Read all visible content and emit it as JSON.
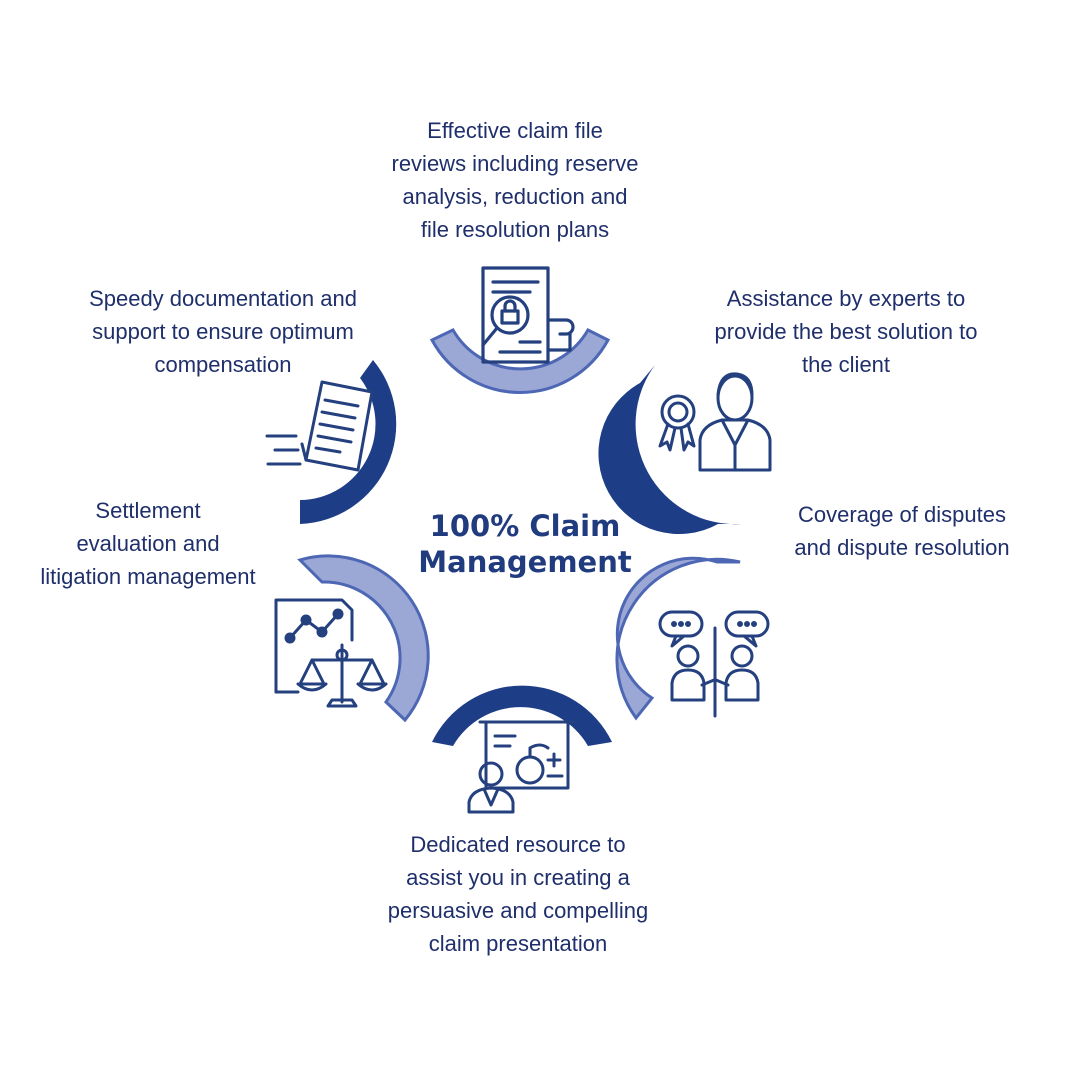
{
  "center": {
    "line1": "100% Claim",
    "line2": "Management"
  },
  "colors": {
    "dark_arc": "#1d3d87",
    "light_arc": "#9ba8d6",
    "light_arc_stroke": "#4d67b5",
    "icon": "#24407f",
    "text": "#1f2f6b"
  },
  "items": [
    {
      "lines": [
        "Effective claim file",
        "reviews including reserve",
        "analysis, reduction and",
        "file resolution plans"
      ],
      "icon": "document-lock-magnifier-icon",
      "arc": "light"
    },
    {
      "lines": [
        "Assistance by experts to",
        "provide the best solution to",
        "the client"
      ],
      "icon": "expert-award-icon",
      "arc": "dark"
    },
    {
      "lines": [
        "Coverage of disputes",
        "and dispute resolution"
      ],
      "icon": "dispute-people-icon",
      "arc": "light"
    },
    {
      "lines": [
        "Dedicated resource to",
        "assist you in creating a",
        "persuasive and compelling",
        "claim presentation"
      ],
      "icon": "presenter-board-icon",
      "arc": "dark"
    },
    {
      "lines": [
        "Settlement",
        "evaluation and",
        "litigation management"
      ],
      "icon": "justice-scale-chart-icon",
      "arc": "light"
    },
    {
      "lines": [
        "Speedy documentation and",
        "support to ensure optimum",
        "compensation"
      ],
      "icon": "fast-document-icon",
      "arc": "dark"
    }
  ]
}
